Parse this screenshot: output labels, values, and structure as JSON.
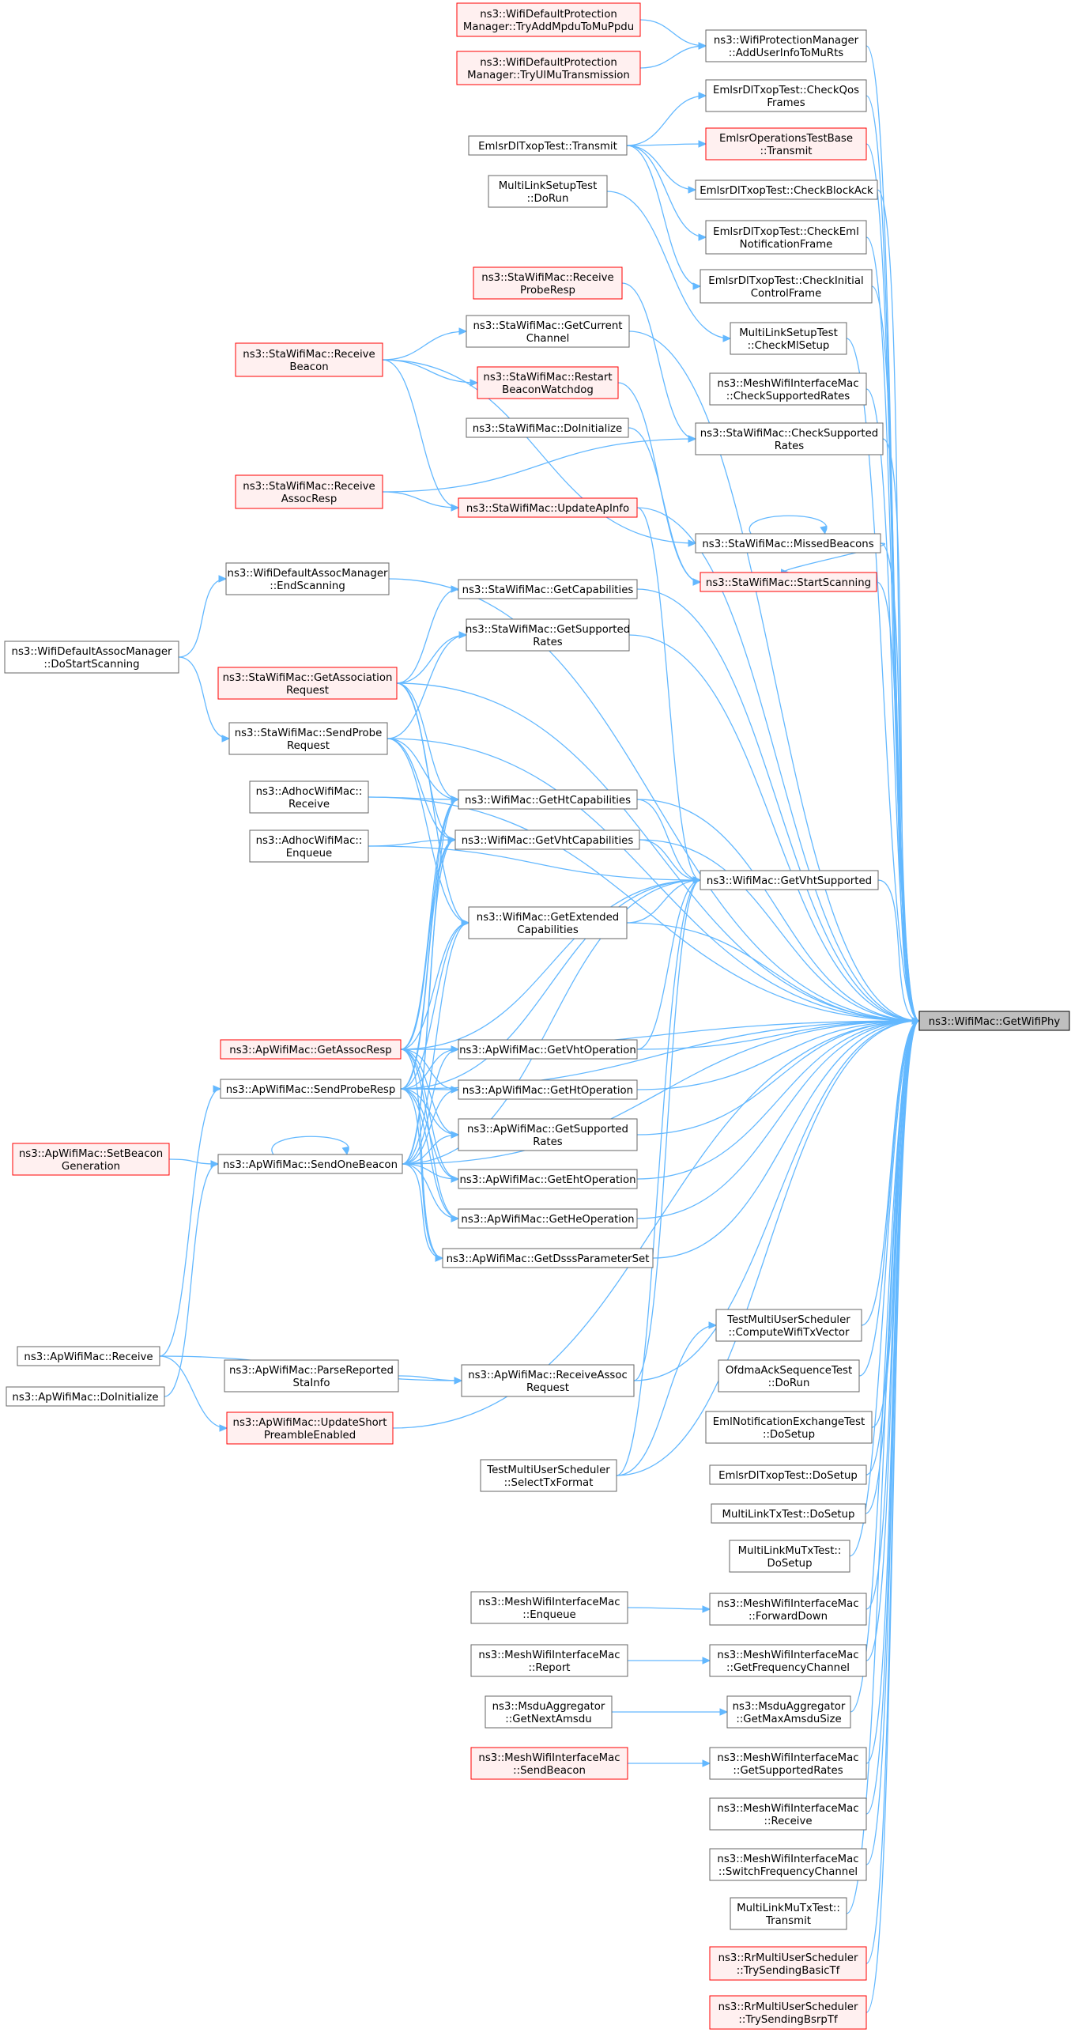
{
  "colors": {
    "edge": "#63b8ff",
    "node_border": "#666666",
    "node_red_border": "#ff0000",
    "node_red_fill": "#fff0f0",
    "root_fill": "#bfbfbf"
  },
  "nodes": [
    {
      "id": "root",
      "style": "grey",
      "lines": [
        "ns3::WifiMac::GetWifiPhy"
      ]
    },
    {
      "id": "tryAddMpdu",
      "style": "red",
      "lines": [
        "ns3::WifiDefaultProtection",
        "Manager::TryAddMpduToMuPpdu"
      ]
    },
    {
      "id": "tryUlMu",
      "style": "red",
      "lines": [
        "ns3::WifiDefaultProtection",
        "Manager::TryUlMuTransmission"
      ]
    },
    {
      "id": "addUserInfo",
      "style": "normal",
      "lines": [
        "ns3::WifiProtectionManager",
        "::AddUserInfoToMuRts"
      ]
    },
    {
      "id": "checkQos",
      "style": "normal",
      "lines": [
        "EmlsrDlTxopTest::CheckQos",
        "Frames"
      ]
    },
    {
      "id": "dlTransmit",
      "style": "normal",
      "lines": [
        "EmlsrDlTxopTest::Transmit"
      ]
    },
    {
      "id": "opsTransmit",
      "style": "red",
      "lines": [
        "EmlsrOperationsTestBase",
        "::Transmit"
      ]
    },
    {
      "id": "checkBlockAck",
      "style": "normal",
      "lines": [
        "EmlsrDlTxopTest::CheckBlockAck"
      ]
    },
    {
      "id": "mlsDoRun",
      "style": "normal",
      "lines": [
        "MultiLinkSetupTest",
        "::DoRun"
      ]
    },
    {
      "id": "checkEml",
      "style": "normal",
      "lines": [
        "EmlsrDlTxopTest::CheckEml",
        "NotificationFrame"
      ]
    },
    {
      "id": "checkInitial",
      "style": "normal",
      "lines": [
        "EmlsrDlTxopTest::CheckInitial",
        "ControlFrame"
      ]
    },
    {
      "id": "recvProbeResp",
      "style": "red",
      "lines": [
        "ns3::StaWifiMac::Receive",
        "ProbeResp"
      ]
    },
    {
      "id": "checkMlSetup",
      "style": "normal",
      "lines": [
        "MultiLinkSetupTest",
        "::CheckMlSetup"
      ]
    },
    {
      "id": "getCurChannel",
      "style": "normal",
      "lines": [
        "ns3::StaWifiMac::GetCurrent",
        "Channel"
      ]
    },
    {
      "id": "recvBeacon",
      "style": "red",
      "lines": [
        "ns3::StaWifiMac::Receive",
        "Beacon"
      ]
    },
    {
      "id": "meshCheckRates",
      "style": "normal",
      "lines": [
        "ns3::MeshWifiInterfaceMac",
        "::CheckSupportedRates"
      ]
    },
    {
      "id": "restartBeacon",
      "style": "red",
      "lines": [
        "ns3::StaWifiMac::Restart",
        "BeaconWatchdog"
      ]
    },
    {
      "id": "staCheckRates",
      "style": "normal",
      "lines": [
        "ns3::StaWifiMac::CheckSupported",
        "Rates"
      ]
    },
    {
      "id": "staDoInit",
      "style": "normal",
      "lines": [
        "ns3::StaWifiMac::DoInitialize"
      ]
    },
    {
      "id": "recvAssocResp",
      "style": "red",
      "lines": [
        "ns3::StaWifiMac::Receive",
        "AssocResp"
      ]
    },
    {
      "id": "updateApInfo",
      "style": "red",
      "lines": [
        "ns3::StaWifiMac::UpdateApInfo"
      ]
    },
    {
      "id": "missedBeacons",
      "style": "normal",
      "lines": [
        "ns3::StaWifiMac::MissedBeacons"
      ]
    },
    {
      "id": "endScanning",
      "style": "normal",
      "lines": [
        "ns3::WifiDefaultAssocManager",
        "::EndScanning"
      ]
    },
    {
      "id": "startScanning",
      "style": "red",
      "lines": [
        "ns3::StaWifiMac::StartScanning"
      ]
    },
    {
      "id": "getCapabilities",
      "style": "normal",
      "lines": [
        "ns3::StaWifiMac::GetCapabilities"
      ]
    },
    {
      "id": "doStartScanning",
      "style": "normal",
      "lines": [
        "ns3::WifiDefaultAssocManager",
        "::DoStartScanning"
      ]
    },
    {
      "id": "staGetRates",
      "style": "normal",
      "lines": [
        "ns3::StaWifiMac::GetSupported",
        "Rates"
      ]
    },
    {
      "id": "getAssocReq",
      "style": "red",
      "lines": [
        "ns3::StaWifiMac::GetAssociation",
        "Request"
      ]
    },
    {
      "id": "sendProbeReq",
      "style": "normal",
      "lines": [
        "ns3::StaWifiMac::SendProbe",
        "Request"
      ]
    },
    {
      "id": "adhocRecv",
      "style": "normal",
      "lines": [
        "ns3::AdhocWifiMac::",
        "Receive"
      ]
    },
    {
      "id": "getHtCap",
      "style": "normal",
      "lines": [
        "ns3::WifiMac::GetHtCapabilities"
      ]
    },
    {
      "id": "adhocEnq",
      "style": "normal",
      "lines": [
        "ns3::AdhocWifiMac::",
        "Enqueue"
      ]
    },
    {
      "id": "getVhtCap",
      "style": "normal",
      "lines": [
        "ns3::WifiMac::GetVhtCapabilities"
      ]
    },
    {
      "id": "getVhtSupp",
      "style": "normal",
      "lines": [
        "ns3::WifiMac::GetVhtSupported"
      ]
    },
    {
      "id": "getExtCap",
      "style": "normal",
      "lines": [
        "ns3::WifiMac::GetExtended",
        "Capabilities"
      ]
    },
    {
      "id": "getAssocResp",
      "style": "red",
      "lines": [
        "ns3::ApWifiMac::GetAssocResp"
      ]
    },
    {
      "id": "getVhtOp",
      "style": "normal",
      "lines": [
        "ns3::ApWifiMac::GetVhtOperation"
      ]
    },
    {
      "id": "sendProbeResp",
      "style": "normal",
      "lines": [
        "ns3::ApWifiMac::SendProbeResp"
      ]
    },
    {
      "id": "getHtOp",
      "style": "normal",
      "lines": [
        "ns3::ApWifiMac::GetHtOperation"
      ]
    },
    {
      "id": "setBeaconGen",
      "style": "red",
      "lines": [
        "ns3::ApWifiMac::SetBeacon",
        "Generation"
      ]
    },
    {
      "id": "apGetRates",
      "style": "normal",
      "lines": [
        "ns3::ApWifiMac::GetSupported",
        "Rates"
      ]
    },
    {
      "id": "sendOneBeacon",
      "style": "normal",
      "lines": [
        "ns3::ApWifiMac::SendOneBeacon"
      ]
    },
    {
      "id": "getEhtOp",
      "style": "normal",
      "lines": [
        "ns3::ApWifiMac::GetEhtOperation"
      ]
    },
    {
      "id": "getHeOp",
      "style": "normal",
      "lines": [
        "ns3::ApWifiMac::GetHeOperation"
      ]
    },
    {
      "id": "getDsss",
      "style": "normal",
      "lines": [
        "ns3::ApWifiMac::GetDsssParameterSet"
      ]
    },
    {
      "id": "computeTx",
      "style": "normal",
      "lines": [
        "TestMultiUserScheduler",
        "::ComputeWifiTxVector"
      ]
    },
    {
      "id": "apRecv",
      "style": "normal",
      "lines": [
        "ns3::ApWifiMac::Receive"
      ]
    },
    {
      "id": "parseStaInfo",
      "style": "normal",
      "lines": [
        "ns3::ApWifiMac::ParseReported",
        "StaInfo"
      ]
    },
    {
      "id": "recvAssocReq",
      "style": "normal",
      "lines": [
        "ns3::ApWifiMac::ReceiveAssoc",
        "Request"
      ]
    },
    {
      "id": "ofdmaDoRun",
      "style": "normal",
      "lines": [
        "OfdmaAckSequenceTest",
        "::DoRun"
      ]
    },
    {
      "id": "apDoInit",
      "style": "normal",
      "lines": [
        "ns3::ApWifiMac::DoInitialize"
      ]
    },
    {
      "id": "updateShort",
      "style": "red",
      "lines": [
        "ns3::ApWifiMac::UpdateShort",
        "PreambleEnabled"
      ]
    },
    {
      "id": "emlNotif",
      "style": "normal",
      "lines": [
        "EmlNotificationExchangeTest",
        "::DoSetup"
      ]
    },
    {
      "id": "selectTx",
      "style": "normal",
      "lines": [
        "TestMultiUserScheduler",
        "::SelectTxFormat"
      ]
    },
    {
      "id": "dlDoSetup",
      "style": "normal",
      "lines": [
        "EmlsrDlTxopTest::DoSetup"
      ]
    },
    {
      "id": "mlTxSetup",
      "style": "normal",
      "lines": [
        "MultiLinkTxTest::DoSetup"
      ]
    },
    {
      "id": "mlMuTxSetup",
      "style": "normal",
      "lines": [
        "MultiLinkMuTxTest::",
        "DoSetup"
      ]
    },
    {
      "id": "meshEnq",
      "style": "normal",
      "lines": [
        "ns3::MeshWifiInterfaceMac",
        "::Enqueue"
      ]
    },
    {
      "id": "meshFwd",
      "style": "normal",
      "lines": [
        "ns3::MeshWifiInterfaceMac",
        "::ForwardDown"
      ]
    },
    {
      "id": "meshReport",
      "style": "normal",
      "lines": [
        "ns3::MeshWifiInterfaceMac",
        "::Report"
      ]
    },
    {
      "id": "meshFreq",
      "style": "normal",
      "lines": [
        "ns3::MeshWifiInterfaceMac",
        "::GetFrequencyChannel"
      ]
    },
    {
      "id": "msduNext",
      "style": "normal",
      "lines": [
        "ns3::MsduAggregator",
        "::GetNextAmsdu"
      ]
    },
    {
      "id": "msduMax",
      "style": "normal",
      "lines": [
        "ns3::MsduAggregator",
        "::GetMaxAmsduSize"
      ]
    },
    {
      "id": "meshSendBeacon",
      "style": "red",
      "lines": [
        "ns3::MeshWifiInterfaceMac",
        "::SendBeacon"
      ]
    },
    {
      "id": "meshGetRates",
      "style": "normal",
      "lines": [
        "ns3::MeshWifiInterfaceMac",
        "::GetSupportedRates"
      ]
    },
    {
      "id": "meshRecv",
      "style": "normal",
      "lines": [
        "ns3::MeshWifiInterfaceMac",
        "::Receive"
      ]
    },
    {
      "id": "meshSwitch",
      "style": "normal",
      "lines": [
        "ns3::MeshWifiInterfaceMac",
        "::SwitchFrequencyChannel"
      ]
    },
    {
      "id": "mlMuTransmit",
      "style": "normal",
      "lines": [
        "MultiLinkMuTxTest::",
        "Transmit"
      ]
    },
    {
      "id": "rrBasic",
      "style": "red",
      "lines": [
        "ns3::RrMultiUserScheduler",
        "::TrySendingBasicTf"
      ]
    },
    {
      "id": "rrBsrp",
      "style": "red",
      "lines": [
        "ns3::RrMultiUserScheduler",
        "::TrySendingBsrpTf"
      ]
    }
  ],
  "edges": [
    [
      "tryAddMpdu",
      "addUserInfo"
    ],
    [
      "tryUlMu",
      "addUserInfo"
    ],
    [
      "dlTransmit",
      "checkQos"
    ],
    [
      "dlTransmit",
      "opsTransmit"
    ],
    [
      "dlTransmit",
      "checkBlockAck"
    ],
    [
      "dlTransmit",
      "checkEml"
    ],
    [
      "dlTransmit",
      "checkInitial"
    ],
    [
      "mlsDoRun",
      "checkMlSetup"
    ],
    [
      "recvBeacon",
      "getCurChannel"
    ],
    [
      "recvBeacon",
      "restartBeacon"
    ],
    [
      "recvBeacon",
      "updateApInfo"
    ],
    [
      "recvProbeResp",
      "staCheckRates"
    ],
    [
      "recvBeacon",
      "missedBeacons"
    ],
    [
      "staDoInit",
      "startScanning"
    ],
    [
      "missedBeacons",
      "missedBeacons"
    ],
    [
      "missedBeacons",
      "startScanning"
    ],
    [
      "restartBeacon",
      "startScanning"
    ],
    [
      "recvAssocResp",
      "updateApInfo"
    ],
    [
      "recvAssocResp",
      "staCheckRates"
    ],
    [
      "doStartScanning",
      "endScanning"
    ],
    [
      "doStartScanning",
      "sendProbeReq"
    ],
    [
      "getAssocReq",
      "getCapabilities"
    ],
    [
      "sendProbeReq",
      "staGetRates"
    ],
    [
      "getAssocReq",
      "staGetRates"
    ],
    [
      "getAssocReq",
      "getHtCap"
    ],
    [
      "getAssocReq",
      "getVhtCap"
    ],
    [
      "getAssocReq",
      "getExtCap"
    ],
    [
      "sendProbeReq",
      "getHtCap"
    ],
    [
      "sendProbeReq",
      "getVhtCap"
    ],
    [
      "sendProbeReq",
      "getExtCap"
    ],
    [
      "adhocRecv",
      "getHtCap"
    ],
    [
      "adhocEnq",
      "getVhtCap"
    ],
    [
      "adhocEnq",
      "getVhtSupp"
    ],
    [
      "getAssocResp",
      "getHtCap"
    ],
    [
      "getAssocResp",
      "getVhtCap"
    ],
    [
      "getAssocResp",
      "getExtCap"
    ],
    [
      "getAssocResp",
      "getVhtOp"
    ],
    [
      "getAssocResp",
      "getHtOp"
    ],
    [
      "getAssocResp",
      "apGetRates"
    ],
    [
      "getAssocResp",
      "getEhtOp"
    ],
    [
      "getAssocResp",
      "getHeOp"
    ],
    [
      "getAssocResp",
      "getDsss"
    ],
    [
      "sendProbeResp",
      "getHtCap"
    ],
    [
      "sendProbeResp",
      "getVhtCap"
    ],
    [
      "sendProbeResp",
      "getExtCap"
    ],
    [
      "sendProbeResp",
      "getVhtOp"
    ],
    [
      "sendProbeResp",
      "getHtOp"
    ],
    [
      "sendProbeResp",
      "apGetRates"
    ],
    [
      "sendProbeResp",
      "getEhtOp"
    ],
    [
      "sendProbeResp",
      "getHeOp"
    ],
    [
      "sendProbeResp",
      "getDsss"
    ],
    [
      "sendOneBeacon",
      "getHtCap"
    ],
    [
      "sendOneBeacon",
      "getVhtCap"
    ],
    [
      "sendOneBeacon",
      "getExtCap"
    ],
    [
      "sendOneBeacon",
      "getVhtOp"
    ],
    [
      "sendOneBeacon",
      "getHtOp"
    ],
    [
      "sendOneBeacon",
      "apGetRates"
    ],
    [
      "sendOneBeacon",
      "getEhtOp"
    ],
    [
      "sendOneBeacon",
      "getHeOp"
    ],
    [
      "sendOneBeacon",
      "getDsss"
    ],
    [
      "sendOneBeacon",
      "sendOneBeacon"
    ],
    [
      "setBeaconGen",
      "sendOneBeacon"
    ],
    [
      "apRecv",
      "sendProbeResp"
    ],
    [
      "apRecv",
      "recvAssocReq"
    ],
    [
      "apRecv",
      "updateShort"
    ],
    [
      "apDoInit",
      "sendOneBeacon"
    ],
    [
      "parseStaInfo",
      "recvAssocReq"
    ],
    [
      "updateApInfo",
      "getVhtSupp"
    ],
    [
      "getVhtOp",
      "getVhtSupp"
    ],
    [
      "recvAssocReq",
      "getVhtSupp"
    ],
    [
      "getHtCap",
      "getVhtSupp"
    ],
    [
      "getVhtCap",
      "getVhtSupp"
    ],
    [
      "getExtCap",
      "getVhtSupp"
    ],
    [
      "selectTx",
      "getVhtSupp"
    ],
    [
      "getAssocResp",
      "getVhtSupp"
    ],
    [
      "sendProbeResp",
      "getVhtSupp"
    ],
    [
      "sendOneBeacon",
      "getVhtSupp"
    ],
    [
      "selectTx",
      "computeTx"
    ],
    [
      "meshEnq",
      "meshFwd"
    ],
    [
      "meshReport",
      "meshFreq"
    ],
    [
      "msduNext",
      "msduMax"
    ],
    [
      "meshSendBeacon",
      "meshGetRates"
    ],
    [
      "addUserInfo",
      "root"
    ],
    [
      "checkQos",
      "root"
    ],
    [
      "opsTransmit",
      "root"
    ],
    [
      "checkBlockAck",
      "root"
    ],
    [
      "checkEml",
      "root"
    ],
    [
      "checkInitial",
      "root"
    ],
    [
      "checkMlSetup",
      "root"
    ],
    [
      "meshCheckRates",
      "root"
    ],
    [
      "staCheckRates",
      "root"
    ],
    [
      "missedBeacons",
      "root"
    ],
    [
      "startScanning",
      "root"
    ],
    [
      "getCapabilities",
      "root"
    ],
    [
      "staGetRates",
      "root"
    ],
    [
      "getHtCap",
      "root"
    ],
    [
      "getVhtCap",
      "root"
    ],
    [
      "getVhtSupp",
      "root"
    ],
    [
      "getExtCap",
      "root"
    ],
    [
      "getVhtOp",
      "root"
    ],
    [
      "getHtOp",
      "root"
    ],
    [
      "apGetRates",
      "root"
    ],
    [
      "getEhtOp",
      "root"
    ],
    [
      "getHeOp",
      "root"
    ],
    [
      "getDsss",
      "root"
    ],
    [
      "computeTx",
      "root"
    ],
    [
      "ofdmaDoRun",
      "root"
    ],
    [
      "emlNotif",
      "root"
    ],
    [
      "dlDoSetup",
      "root"
    ],
    [
      "mlTxSetup",
      "root"
    ],
    [
      "mlMuTxSetup",
      "root"
    ],
    [
      "meshFwd",
      "root"
    ],
    [
      "meshFreq",
      "root"
    ],
    [
      "msduMax",
      "root"
    ],
    [
      "meshGetRates",
      "root"
    ],
    [
      "meshRecv",
      "root"
    ],
    [
      "meshSwitch",
      "root"
    ],
    [
      "mlMuTransmit",
      "root"
    ],
    [
      "rrBasic",
      "root"
    ],
    [
      "rrBsrp",
      "root"
    ],
    [
      "getCurChannel",
      "root"
    ],
    [
      "updateApInfo",
      "root"
    ],
    [
      "getAssocReq",
      "root"
    ],
    [
      "sendProbeReq",
      "root"
    ],
    [
      "adhocRecv",
      "root"
    ],
    [
      "endScanning",
      "root"
    ],
    [
      "getAssocResp",
      "root"
    ],
    [
      "sendProbeResp",
      "root"
    ],
    [
      "sendOneBeacon",
      "root"
    ],
    [
      "recvAssocReq",
      "root"
    ],
    [
      "updateShort",
      "root"
    ],
    [
      "selectTx",
      "root"
    ]
  ]
}
